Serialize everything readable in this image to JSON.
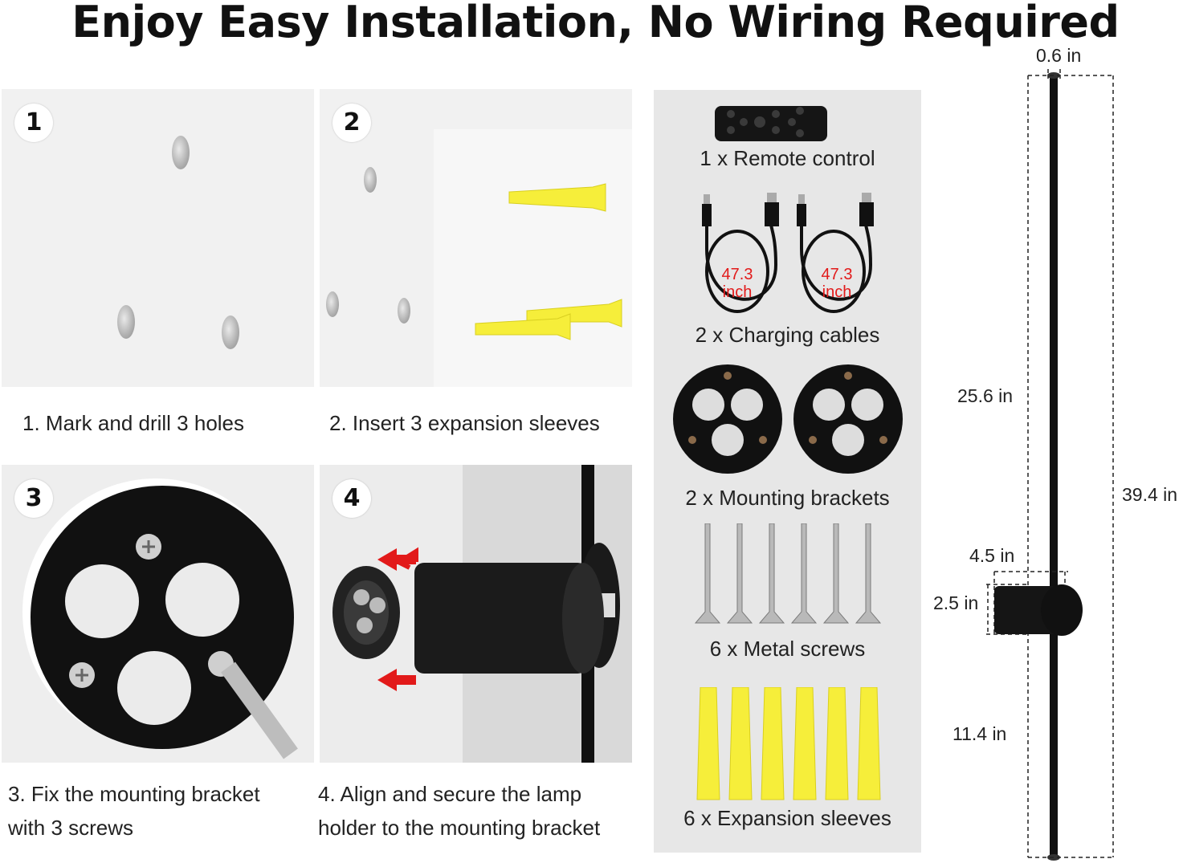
{
  "title": "Enjoy Easy Installation, No Wiring Required",
  "steps": [
    {
      "number": "1",
      "caption_line1": "1. Mark and drill 3 holes",
      "caption_line2": ""
    },
    {
      "number": "2",
      "caption_line1": "2. Insert 3 expansion sleeves",
      "caption_line2": ""
    },
    {
      "number": "3",
      "caption_line1": "3. Fix the mounting bracket",
      "caption_line2": "with 3 screws"
    },
    {
      "number": "4",
      "caption_line1": "4. Align and secure the lamp",
      "caption_line2": "holder to the mounting bracket"
    }
  ],
  "parts": {
    "remote": "1 x Remote control",
    "cables": "2 x Charging cables",
    "cable_length_value": "47.3",
    "cable_length_unit": "inch",
    "brackets": "2 x Mounting brackets",
    "screws": "6 x Metal screws",
    "sleeves": "6 x Expansion sleeves"
  },
  "dimensions": {
    "width": "0.6 in",
    "upper": "25.6 in",
    "total": "39.4 in",
    "holder_length": "4.5 in",
    "holder_diameter": "2.5 in",
    "lower": "11.4 in"
  },
  "colors": {
    "accent_red": "#e21a1a",
    "sleeve_yellow": "#f6ee3a",
    "metal_black": "#111111"
  }
}
